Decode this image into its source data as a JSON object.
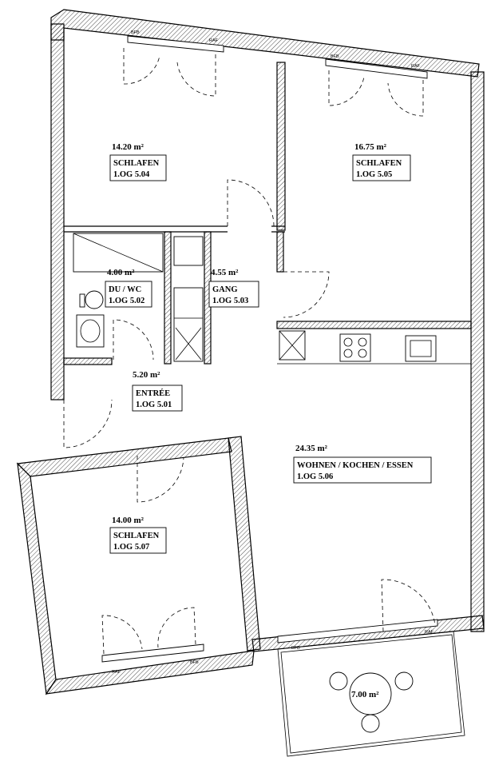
{
  "rooms": [
    {
      "id": "5.04",
      "area": "14.20 m²",
      "name": "SCHLAFEN",
      "code": "1.OG 5.04"
    },
    {
      "id": "5.05",
      "area": "16.75 m²",
      "name": "SCHLAFEN",
      "code": "1.OG 5.05"
    },
    {
      "id": "5.02",
      "area": "4.00 m²",
      "name": "DU / WC",
      "code": "1.OG 5.02"
    },
    {
      "id": "5.03",
      "area": "4.55 m²",
      "name": "GANG",
      "code": "1.OG 5.03"
    },
    {
      "id": "5.01",
      "area": "5.20 m²",
      "name": "ENTRÉE",
      "code": "1.OG 5.01"
    },
    {
      "id": "5.06",
      "area": "24.35 m²",
      "name": "WOHNEN / KOCHEN / ESSEN",
      "code": "1.OG 5.06"
    },
    {
      "id": "5.07",
      "area": "14.00 m²",
      "name": "SCHLAFEN",
      "code": "1.OG 5.07"
    }
  ],
  "balcony": {
    "area": "7.00 m²"
  },
  "window_tags": {
    "bfb": "BFB",
    "raf": "RAF"
  }
}
